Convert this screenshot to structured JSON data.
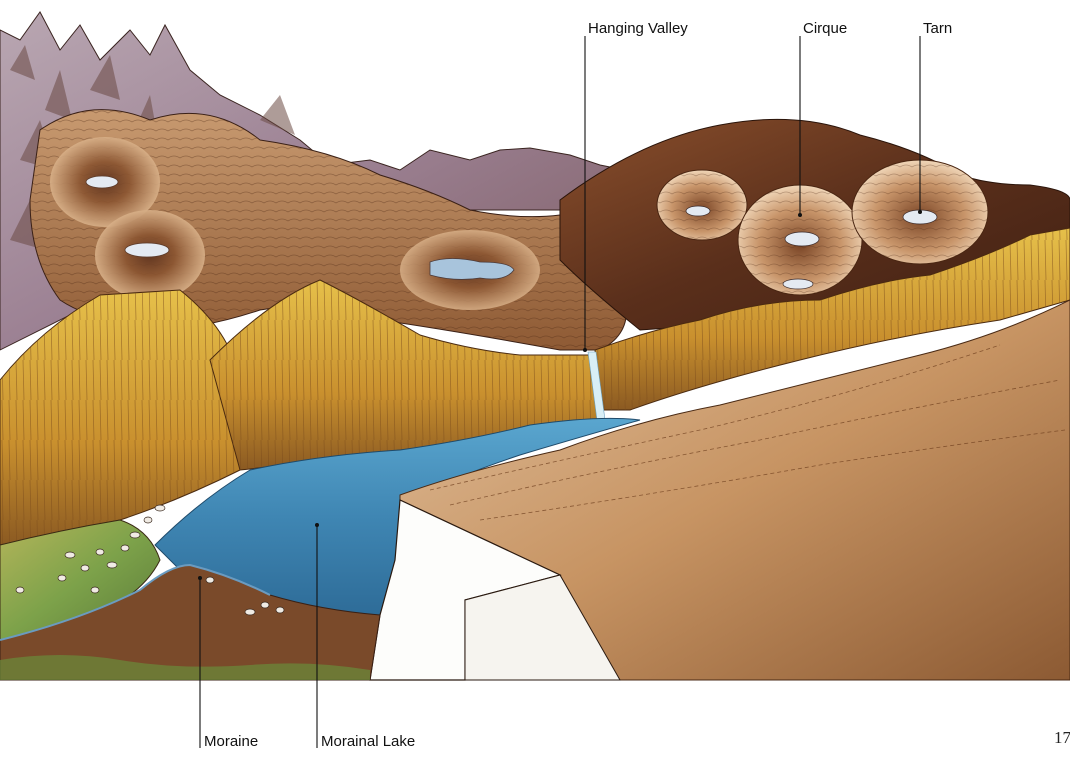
{
  "labels": {
    "hanging_valley": "Hanging Valley",
    "cirque": "Cirque",
    "tarn": "Tarn",
    "moraine": "Moraine",
    "morainal_lake": "Morainal Lake"
  },
  "page_number": "17",
  "colors": {
    "lake": "#3f86b3",
    "cliff": "#d29a3b",
    "mountain": "#a87446",
    "snow": "#c9c0c4",
    "valley_floor": "#c79463",
    "grass": "#7da24a",
    "dark_slope": "#5a2f1b"
  }
}
